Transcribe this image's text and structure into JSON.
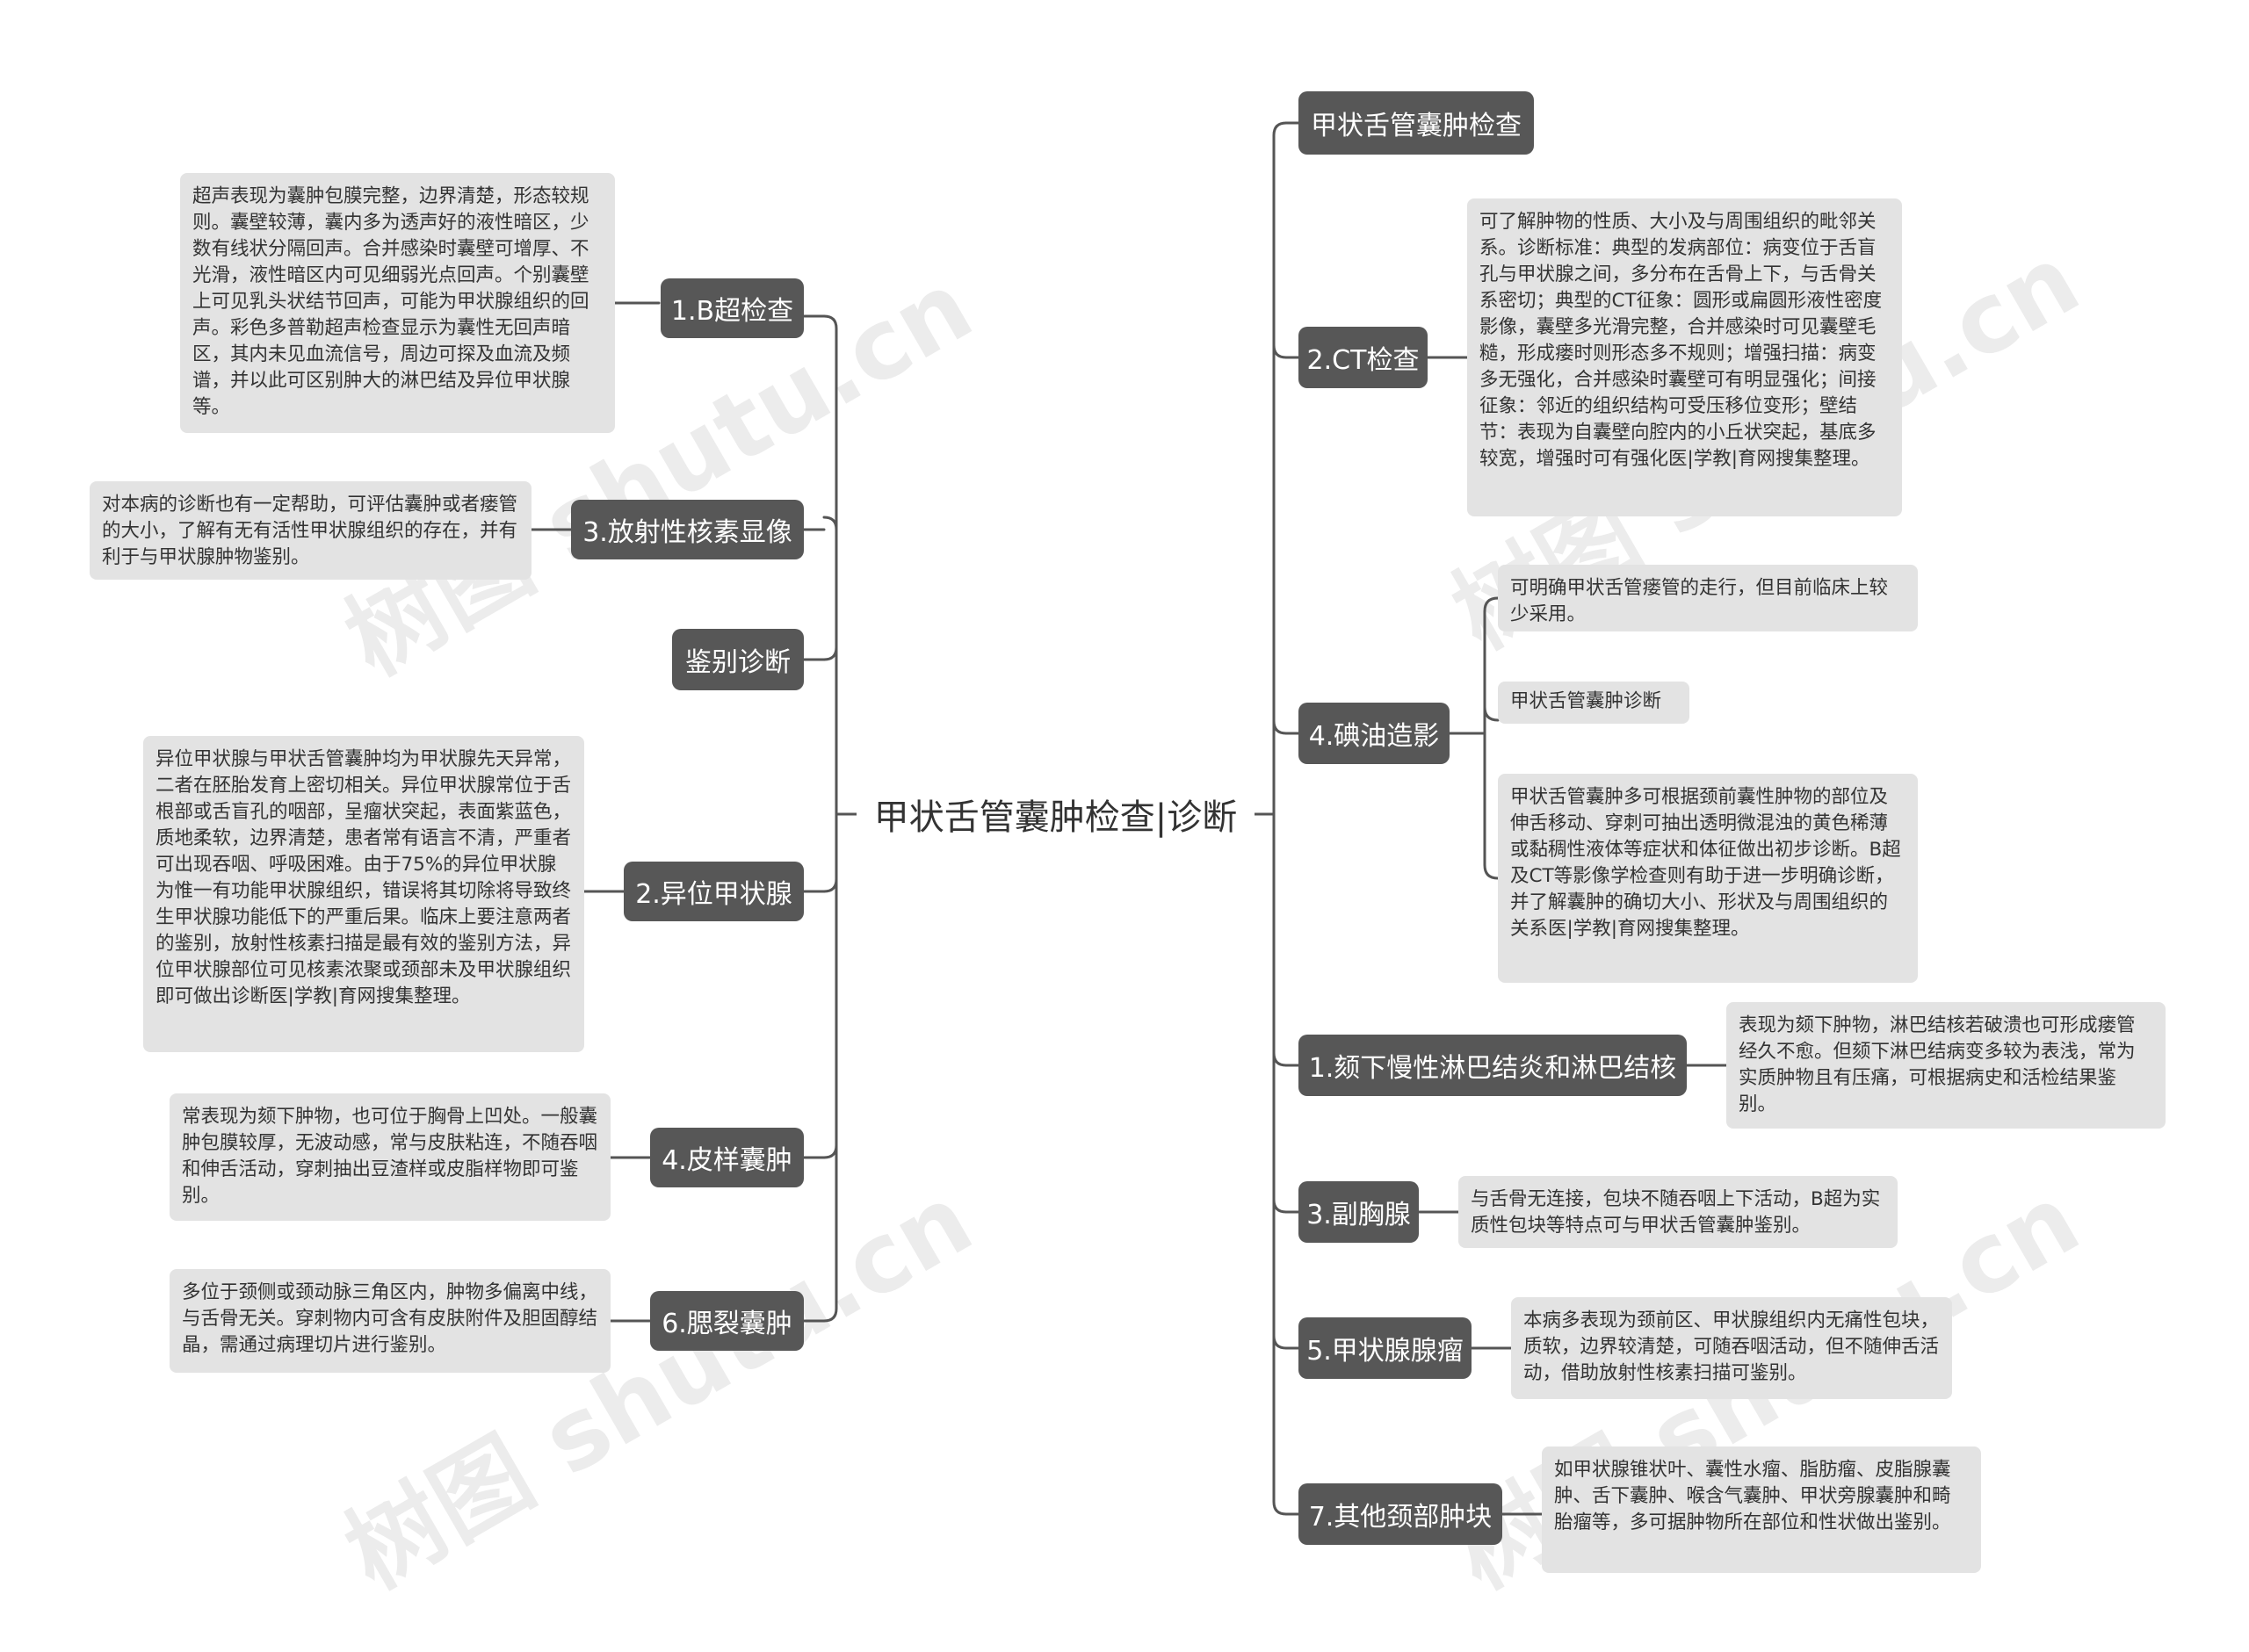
{
  "root": {
    "title": "甲状舌管囊肿检查|诊断"
  },
  "left": {
    "b_ultrasound": {
      "label": "1.B超检查",
      "note": "超声表现为囊肿包膜完整，边界清楚，形态较规则。囊壁较薄，囊内多为透声好的液性暗区，少数有线状分隔回声。合并感染时囊壁可增厚、不光滑，液性暗区内可见细弱光点回声。个别囊壁上可见乳头状结节回声，可能为甲状腺组织的回声。彩色多普勒超声检查显示为囊性无回声暗区，其内未见血流信号，周边可探及血流及频谱，并以此可区别肿大的淋巴结及异位甲状腺等。"
    },
    "radionuclide": {
      "label": "3.放射性核素显像",
      "note": "对本病的诊断也有一定帮助，可评估囊肿或者瘘管的大小，了解有无有活性甲状腺组织的存在，并有利于与甲状腺肿物鉴别。"
    },
    "differential": {
      "label": "鉴别诊断"
    },
    "ectopic_thyroid": {
      "label": "2.异位甲状腺",
      "note": "异位甲状腺与甲状舌管囊肿均为甲状腺先天异常，二者在胚胎发育上密切相关。异位甲状腺常位于舌根部或舌盲孔的咽部，呈瘤状突起，表面紫蓝色，质地柔软，边界清楚，患者常有语言不清，严重者可出现吞咽、呼吸困难。由于75%的异位甲状腺为惟一有功能甲状腺组织，错误将其切除将导致终生甲状腺功能低下的严重后果。临床上要注意两者的鉴别，放射性核素扫描是最有效的鉴别方法，异位甲状腺部位可见核素浓聚或颈部未及甲状腺组织即可做出诊断医|学教|育网搜集整理。"
    },
    "dermoid_cyst": {
      "label": "4.皮样囊肿",
      "note": "常表现为颏下肿物，也可位于胸骨上凹处。一般囊肿包膜较厚，无波动感，常与皮肤粘连，不随吞咽和伸舌活动，穿刺抽出豆渣样或皮脂样物即可鉴别。"
    },
    "branchial_cyst": {
      "label": "6.腮裂囊肿",
      "note": "多位于颈侧或颈动脉三角区内，肿物多偏离中线，与舌骨无关。穿刺物内可含有皮肤附件及胆固醇结晶，需通过病理切片进行鉴别。"
    }
  },
  "right": {
    "exam": {
      "label": "甲状舌管囊肿检查"
    },
    "ct": {
      "label": "2.CT检查",
      "note": "可了解肿物的性质、大小及与周围组织的毗邻关系。诊断标准：典型的发病部位：病变位于舌盲孔与甲状腺之间，多分布在舌骨上下，与舌骨关系密切；典型的CT征象：圆形或扁圆形液性密度影像，囊壁多光滑完整，合并感染时可见囊壁毛糙，形成瘘时则形态多不规则；增强扫描：病变多无强化，合并感染时囊壁可有明显强化；间接征象：邻近的组织结构可受压移位变形；壁结节：表现为自囊壁向腔内的小丘状突起，基底多较宽，增强时可有强化医|学教|育网搜集整理。"
    },
    "lipiodol": {
      "label": "4.碘油造影",
      "note1": "可明确甲状舌管瘘管的走行，但目前临床上较少采用。",
      "note2": "甲状舌管囊肿诊断",
      "note3": "甲状舌管囊肿多可根据颈前囊性肿物的部位及伸舌移动、穿刺可抽出透明微混浊的黄色稀薄或黏稠性液体等症状和体征做出初步诊断。B超及CT等影像学检查则有助于进一步明确诊断，并了解囊肿的确切大小、形状及与周围组织的关系医|学教|育网搜集整理。"
    },
    "lymph": {
      "label": "1.颏下慢性淋巴结炎和淋巴结核",
      "note": "表现为颏下肿物，淋巴结核若破溃也可形成瘘管经久不愈。但颏下淋巴结病变多较为表浅，常为实质肿物且有压痛，可根据病史和活检结果鉴别。"
    },
    "accessory_thymus": {
      "label": "3.副胸腺",
      "note": "与舌骨无连接，包块不随吞咽上下活动，B超为实质性包块等特点可与甲状舌管囊肿鉴别。"
    },
    "thyroid_adenoma": {
      "label": "5.甲状腺腺瘤",
      "note": "本病多表现为颈前区、甲状腺组织内无痛性包块，质软，边界较清楚，可随吞咽活动，但不随伸舌活动，借助放射性核素扫描可鉴别。"
    },
    "other_masses": {
      "label": "7.其他颈部肿块",
      "note": "如甲状腺锥状叶、囊性水瘤、脂肪瘤、皮脂腺囊肿、舌下囊肿、喉含气囊肿、甲状旁腺囊肿和畸胎瘤等，多可据肿物所在部位和性状做出鉴别。"
    }
  },
  "watermark": "树图 shutu.cn",
  "colors": {
    "branch": "#575757",
    "note": "#e3e3e3",
    "line": "#555555"
  }
}
